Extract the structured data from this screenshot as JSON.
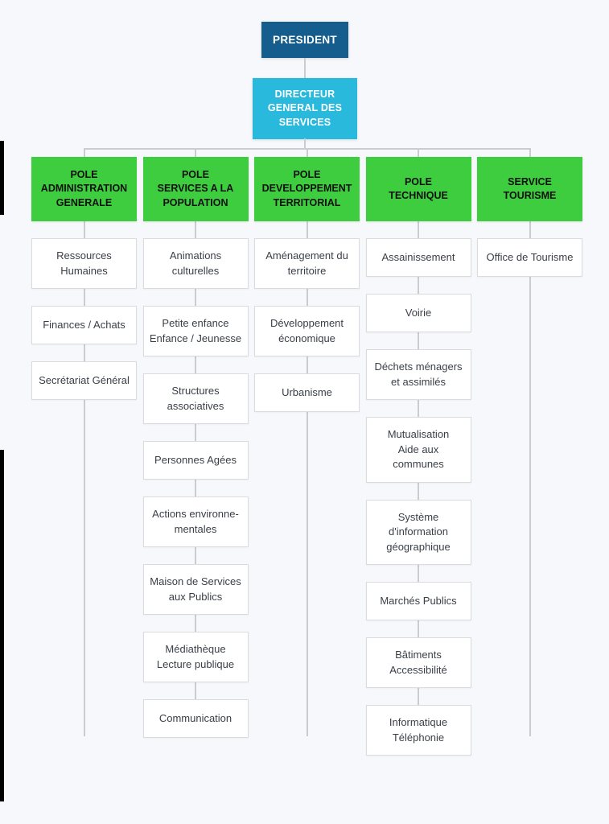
{
  "colors": {
    "background": "#f7f8fb",
    "president_bg": "#155d8d",
    "director_bg": "#29b9dc",
    "department_bg": "#3ecd3e",
    "node_bg": "#ffffff",
    "node_border": "#d9dbe0",
    "connector": "#caccd2",
    "node_text": "#3a3f47",
    "header_text": "#101010"
  },
  "root": {
    "label": "PRESIDENT"
  },
  "director": {
    "label": "DIRECTEUR\nGENERAL DES\nSERVICES"
  },
  "columns": [
    {
      "header": "POLE\nADMINISTRATION\nGENERALE",
      "items": [
        "Ressources\nHumaines",
        "Finances / Achats",
        "Secrétariat Général"
      ]
    },
    {
      "header": "POLE\nSERVICES A LA\nPOPULATION",
      "items": [
        "Animations\nculturelles",
        "Petite enfance\nEnfance / Jeunesse",
        "Structures\nassociatives",
        "Personnes Agées",
        "Actions environne-\nmentales",
        "Maison de Services\naux Publics",
        "Médiathèque\nLecture publique",
        "Communication"
      ]
    },
    {
      "header": "POLE\nDEVELOPPEMENT\nTERRITORIAL",
      "items": [
        "Aménagement du\nterritoire",
        "Développement\néconomique",
        "Urbanisme"
      ]
    },
    {
      "header": "POLE\nTECHNIQUE",
      "items": [
        "Assainissement",
        "Voirie",
        "Déchets ménagers\net assimilés",
        "Mutualisation\nAide aux\ncommunes",
        "Système\nd'information\ngéographique",
        "Marchés Publics",
        "Bâtiments\nAccessibilité",
        "Informatique\nTéléphonie"
      ]
    },
    {
      "header": "SERVICE\nTOURISME",
      "items": [
        "Office de Tourisme"
      ]
    }
  ]
}
